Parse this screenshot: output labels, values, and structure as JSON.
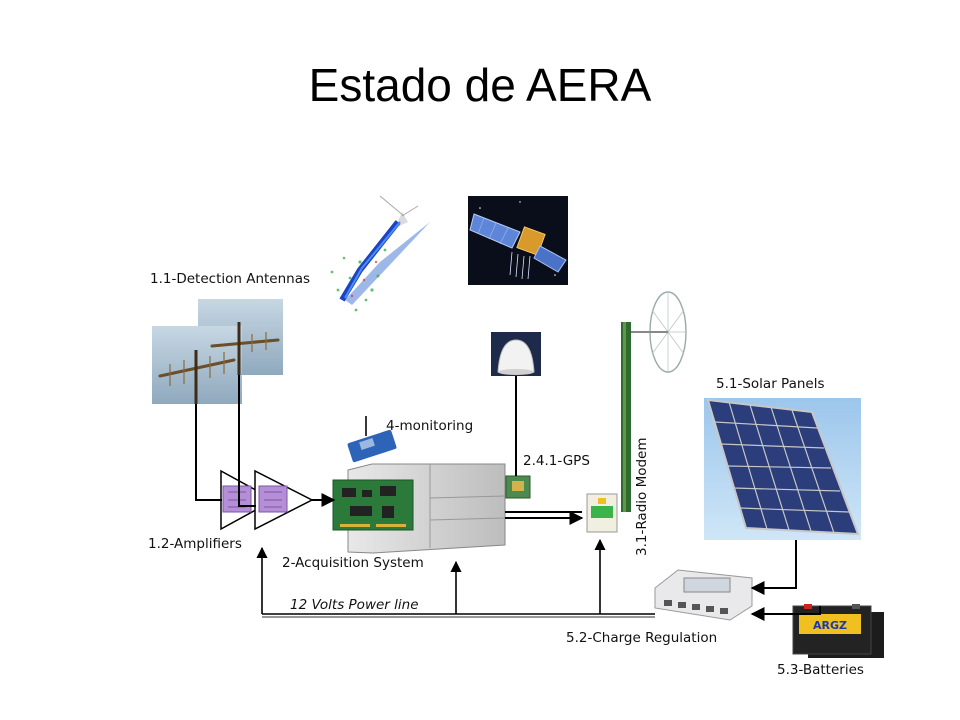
{
  "title": "Estado de AERA",
  "labels": {
    "detection_antennas": "1.1-Detection Antennas",
    "amplifiers": "1.2-Amplifiers",
    "acquisition_system": "2-Acquisition System",
    "monitoring": "4-monitoring",
    "gps": "2.4.1-GPS",
    "radio_modem": "3.1-Radio Modem",
    "solar_panels": "5.1-Solar Panels",
    "charge_regulation": "5.2-Charge Regulation",
    "batteries": "5.3-Batteries",
    "power_line": "12 Volts Power line"
  },
  "battery_brand": "ARGZ",
  "colors": {
    "text": "#111111",
    "wire": "#000000",
    "power_line": "#777777",
    "amplifier_chip": "#b58fd6",
    "solar_cell": "#3a5aa8",
    "antenna_sky": "#a9c2d6",
    "battery_label": "#f0c020",
    "satellite_bg": "#0a0d1a"
  }
}
